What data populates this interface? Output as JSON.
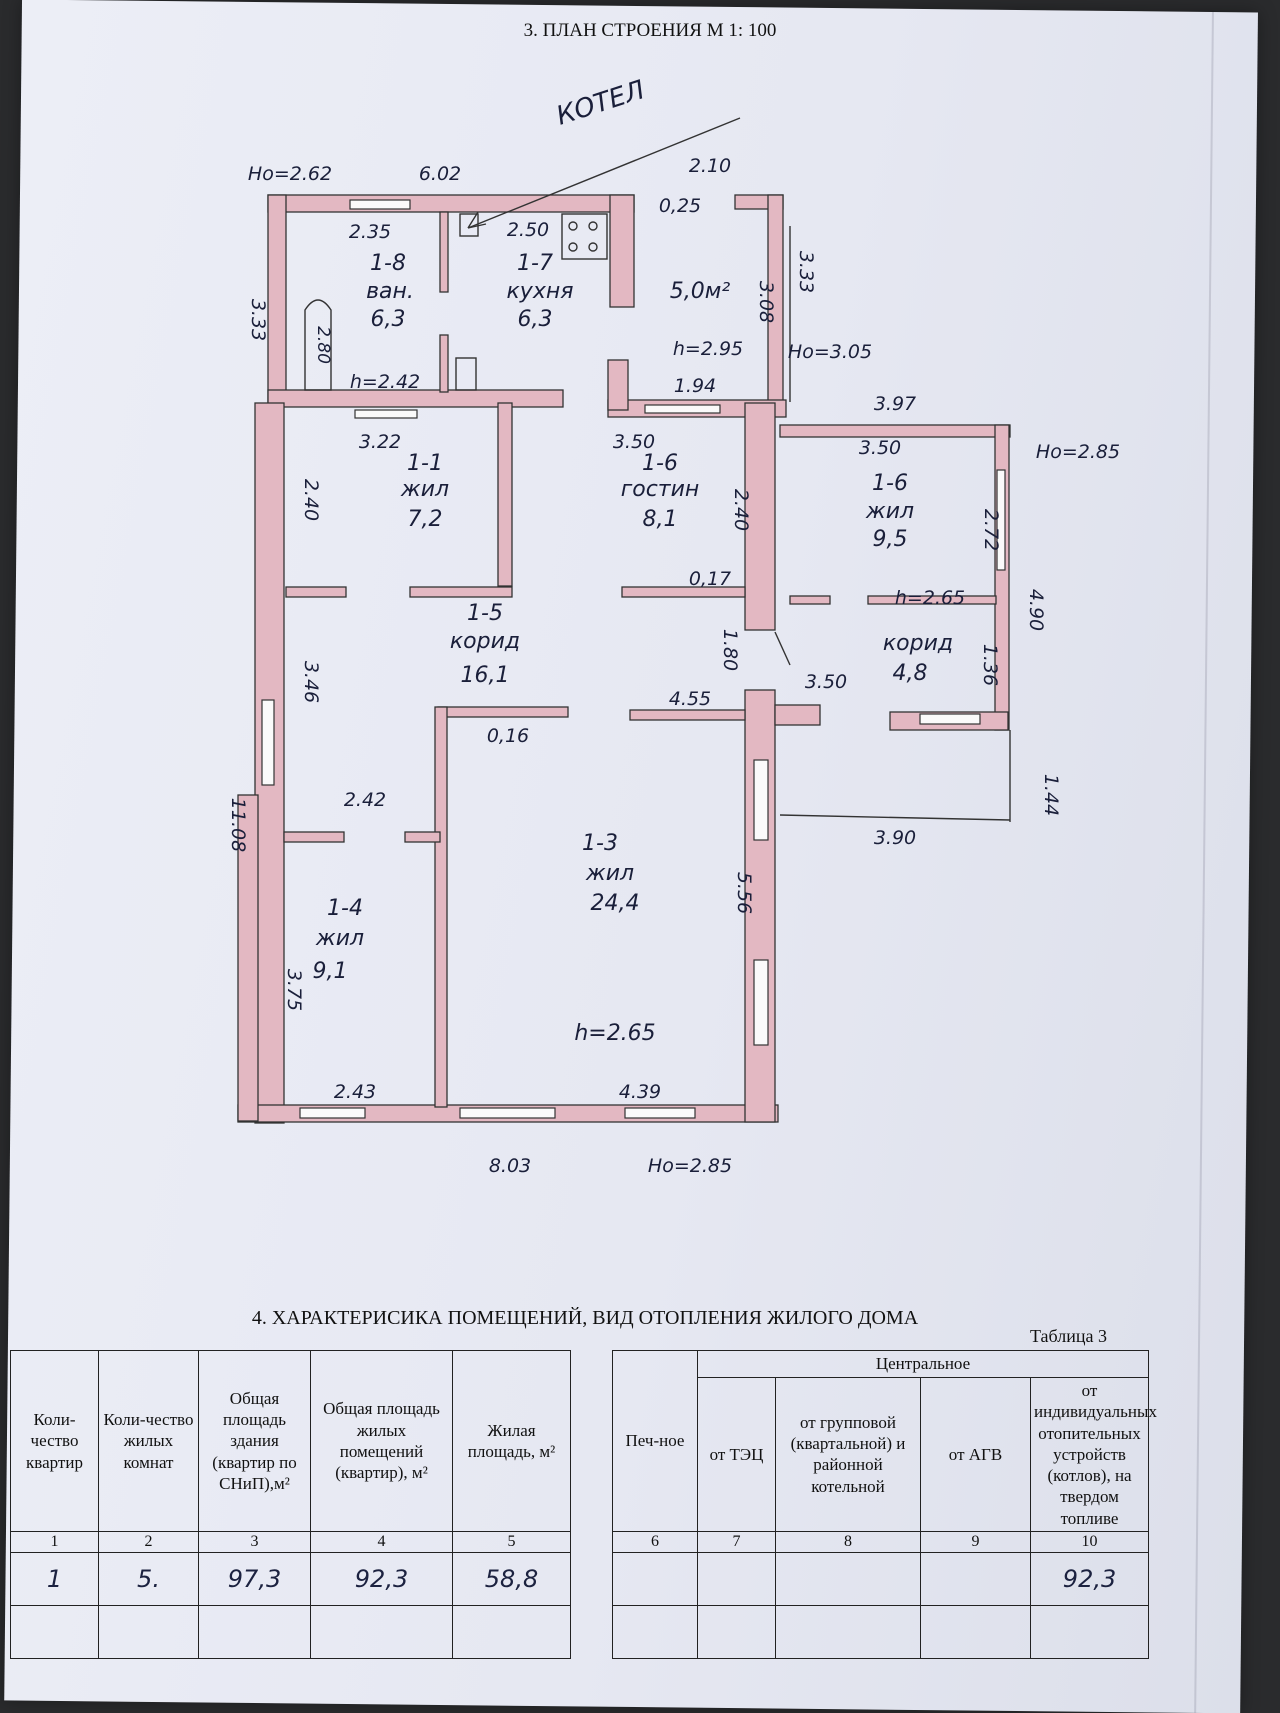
{
  "plan": {
    "title": "3. ПЛАН СТРОЕНИЯ М 1: 100",
    "annotation": "КОТЕЛ",
    "rooms": [
      {
        "num": "1-8",
        "name": "ван.",
        "area": "6,3"
      },
      {
        "num": "1-7",
        "name": "кухня",
        "area": "6,3"
      },
      {
        "num": "1-1",
        "name": "жил",
        "area": "7,2"
      },
      {
        "num": "1-6",
        "name": "гостин",
        "area": "8,1"
      },
      {
        "num": "1-6",
        "name": "жил",
        "area": "9,5"
      },
      {
        "num": "1-5",
        "name": "корид",
        "area": "16,1"
      },
      {
        "name": "корид",
        "area": "4,8"
      },
      {
        "num": "1-3",
        "name": "жил",
        "area": "24,4"
      },
      {
        "num": "1-4",
        "name": "жил",
        "area": "9,1"
      },
      {
        "area": "5,0м²"
      }
    ],
    "dimensions": [
      "Hо=2.62",
      "6.02",
      "2.10",
      "0,25",
      "2.35",
      "2.50",
      "3.33",
      "2.80",
      "h=2.42",
      "3.08",
      "3.33",
      "Hо=3.05",
      "h=2.95",
      "1.94",
      "3.97",
      "3.22",
      "3.50",
      "3.50",
      "Hо=2.85",
      "2.40",
      "2.40",
      "2.72",
      "0,17",
      "h=2.65",
      "4.90",
      "1.80",
      "1.36",
      "3.50",
      "4.55",
      "0,16",
      "3.46",
      "1.44",
      "11.08",
      "3.90",
      "2.42",
      "5.56",
      "3.75",
      "h=2.65",
      "2.43",
      "4.39",
      "8.03",
      "Hо=2.85"
    ]
  },
  "table": {
    "section_title": "4. ХАРАКТЕРИСИКА ПОМЕЩЕНИЙ, ВИД ОТОПЛЕНИЯ ЖИЛОГО ДОМА",
    "label": "Таблица 3",
    "central_header": "Центральное",
    "headers": {
      "c1": "Коли-чество квартир",
      "c2": "Коли-чество жилых комнат",
      "c3": "Общая площадь здания (квартир по СНиП),м²",
      "c4": "Общая площадь жилых помещений (квартир), м²",
      "c5": "Жилая площадь, м²",
      "c6": "Печ-ное",
      "c7": "от ТЭЦ",
      "c8": "от групповой (квартальной) и районной котельной",
      "c9": "от АГВ",
      "c10": "от индивидуальных отопительных устройств (котлов), на твердом топливе"
    },
    "numbers": [
      "1",
      "2",
      "3",
      "4",
      "5",
      "6",
      "7",
      "8",
      "9",
      "10"
    ],
    "values": {
      "c1": "1",
      "c2": "5.",
      "c3": "97,3",
      "c4": "92,3",
      "c5": "58,8",
      "c6": "",
      "c7": "",
      "c8": "",
      "c9": "",
      "c10": "92,3"
    }
  }
}
